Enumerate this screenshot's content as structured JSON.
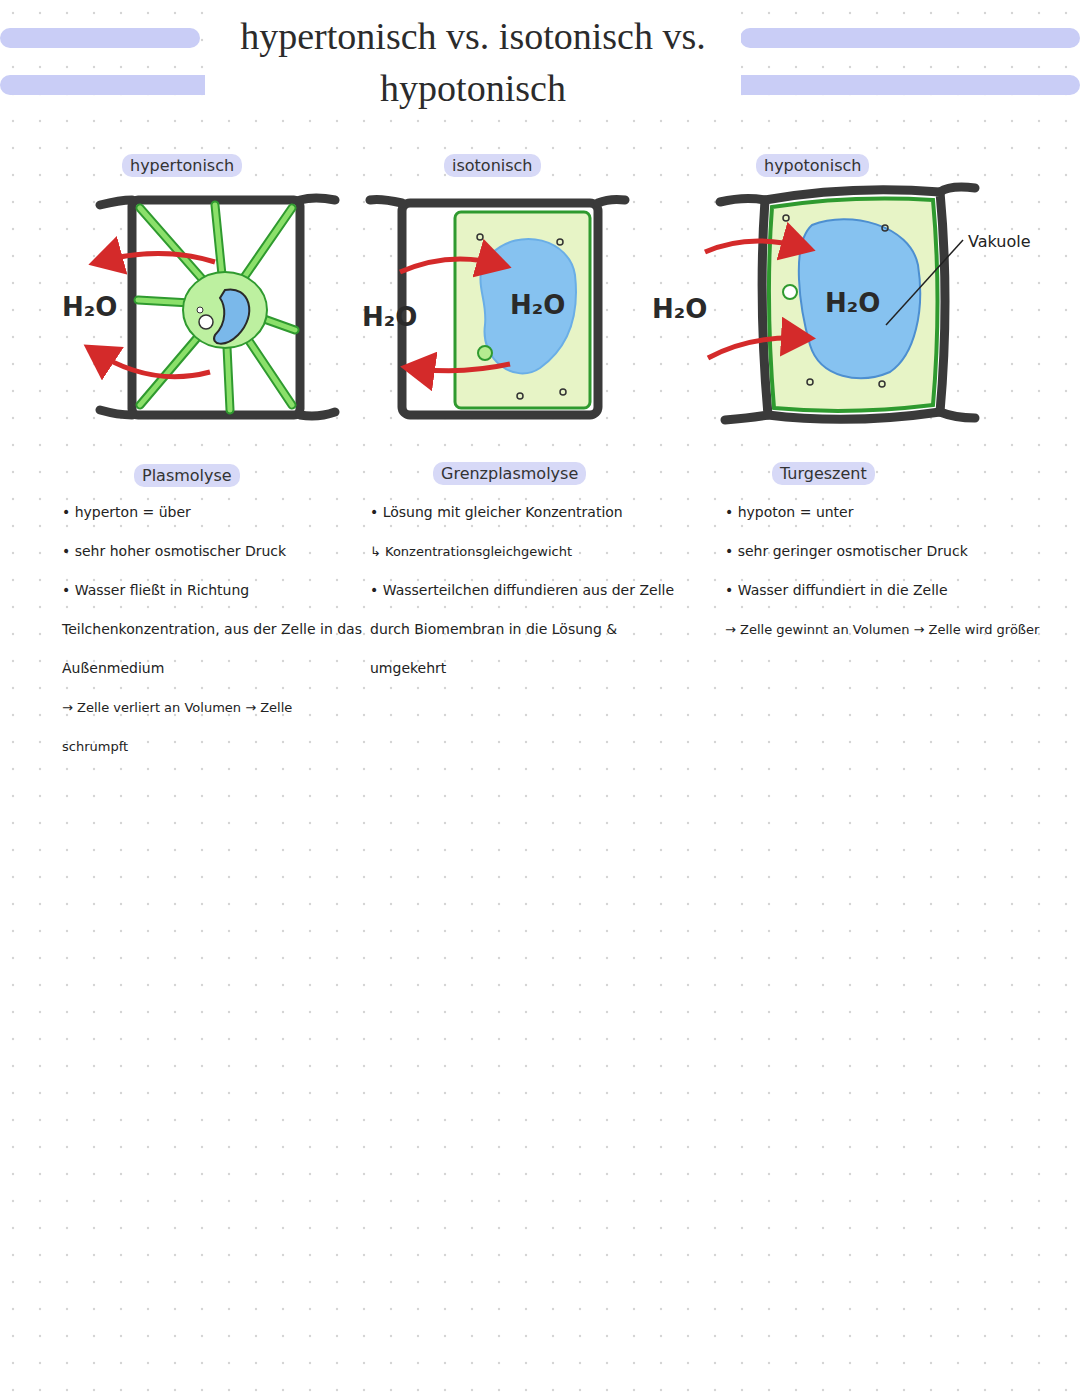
{
  "diagram": {
    "title": "hypertonisch vs. isotonisch vs. hypotonisch",
    "nodes": [
      {
        "text": [
          "hypertonisch"
        ]
      },
      {
        "text": [
          "isotonisch"
        ]
      },
      {
        "text": [
          "hypotonisch"
        ]
      },
      {
        "text": [
          "Plasmolyse"
        ]
      },
      {
        "text": [
          "Grenzplasmolyse"
        ]
      },
      {
        "text": [
          "Turgeszent"
        ]
      }
    ],
    "edges": [],
    "labels": [
      "H₂O",
      "H₂O",
      "H₂O",
      "H₂O",
      "H₂O",
      "Vakuole",
      "• hyperton = über",
      "• sehr hoher osmotischer Druck",
      "• Wasser fließt in Richtung Teilchenkonzentration, aus der Zelle in das Außenmedium",
      "→ Zelle verliert an Volumen → Zelle schrumpft",
      "• Lösung mit gleicher Konzentration",
      "↳ Konzentrationsgleichgewicht",
      "• Wasserteilchen diffundieren aus der Zelle durch Biomembran in die Lösung & umgekehrt",
      "• hypoton = unter",
      "• sehr geringer osmotischer Druck",
      "• Wasser diffundiert in die Zelle",
      "→ Zelle gewinnt an Volumen → Zelle wird größer"
    ]
  }
}
